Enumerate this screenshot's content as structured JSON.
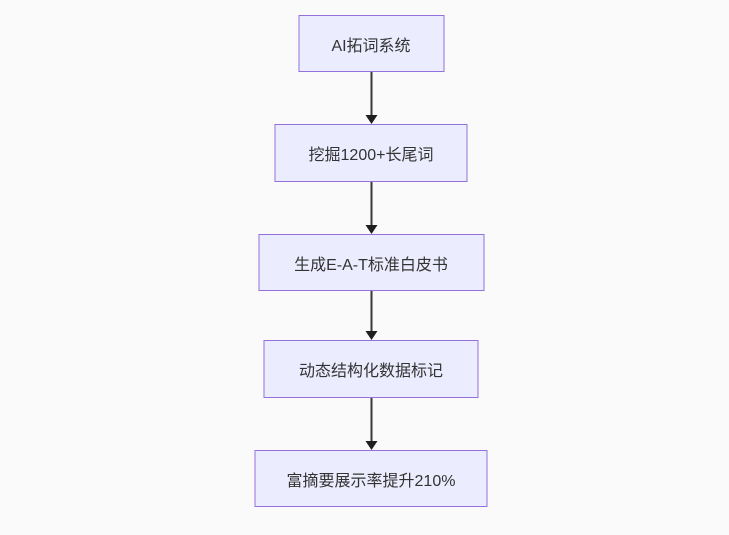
{
  "diagram": {
    "type": "flowchart",
    "direction": "top-down",
    "colors": {
      "node_fill": "#ECECFF",
      "node_border": "#9370DB",
      "node_text": "#333333",
      "arrow": "#333333",
      "background": "#FAFAFA"
    },
    "nodes": [
      {
        "id": "n1",
        "label": "AI拓词系统"
      },
      {
        "id": "n2",
        "label": "挖掘1200+长尾词"
      },
      {
        "id": "n3",
        "label": "生成E-A-T标准白皮书"
      },
      {
        "id": "n4",
        "label": "动态结构化数据标记"
      },
      {
        "id": "n5",
        "label": "富摘要展示率提升210%"
      }
    ],
    "edges": [
      {
        "from": "n1",
        "to": "n2",
        "style": "arrow-down"
      },
      {
        "from": "n2",
        "to": "n3",
        "style": "arrow-down"
      },
      {
        "from": "n3",
        "to": "n4",
        "style": "arrow-down"
      },
      {
        "from": "n4",
        "to": "n5",
        "style": "arrow-down"
      }
    ]
  }
}
